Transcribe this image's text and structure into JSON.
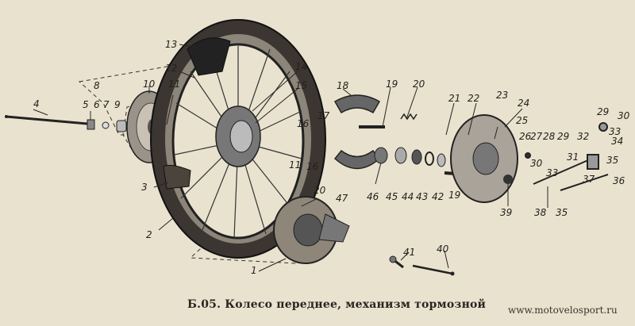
{
  "figure": {
    "caption": "Б.05. Колесо переднее, механизм тормозной",
    "watermark": "www.motovelosport.ru"
  },
  "parts": [
    {
      "label": "1"
    },
    {
      "label": "2"
    },
    {
      "label": "3"
    },
    {
      "label": "4"
    },
    {
      "label": "5"
    },
    {
      "label": "6"
    },
    {
      "label": "7"
    },
    {
      "label": "8"
    },
    {
      "label": "9"
    },
    {
      "label": "10"
    },
    {
      "label": "11"
    },
    {
      "label": "11"
    },
    {
      "label": "12"
    },
    {
      "label": "13"
    },
    {
      "label": "14"
    },
    {
      "label": "15"
    },
    {
      "label": "16"
    },
    {
      "label": "16"
    },
    {
      "label": "17"
    },
    {
      "label": "18"
    },
    {
      "label": "19"
    },
    {
      "label": "19"
    },
    {
      "label": "20"
    },
    {
      "label": "20"
    },
    {
      "label": "21"
    },
    {
      "label": "22"
    },
    {
      "label": "23"
    },
    {
      "label": "24"
    },
    {
      "label": "25"
    },
    {
      "label": "26"
    },
    {
      "label": "27"
    },
    {
      "label": "28"
    },
    {
      "label": "29"
    },
    {
      "label": "29"
    },
    {
      "label": "30"
    },
    {
      "label": "30"
    },
    {
      "label": "31"
    },
    {
      "label": "32"
    },
    {
      "label": "33"
    },
    {
      "label": "33"
    },
    {
      "label": "34"
    },
    {
      "label": "35"
    },
    {
      "label": "35"
    },
    {
      "label": "36"
    },
    {
      "label": "37"
    },
    {
      "label": "38"
    },
    {
      "label": "39"
    },
    {
      "label": "40"
    },
    {
      "label": "41"
    },
    {
      "label": "42"
    },
    {
      "label": "43"
    },
    {
      "label": "44"
    },
    {
      "label": "45"
    },
    {
      "label": "46"
    },
    {
      "label": "47"
    }
  ]
}
